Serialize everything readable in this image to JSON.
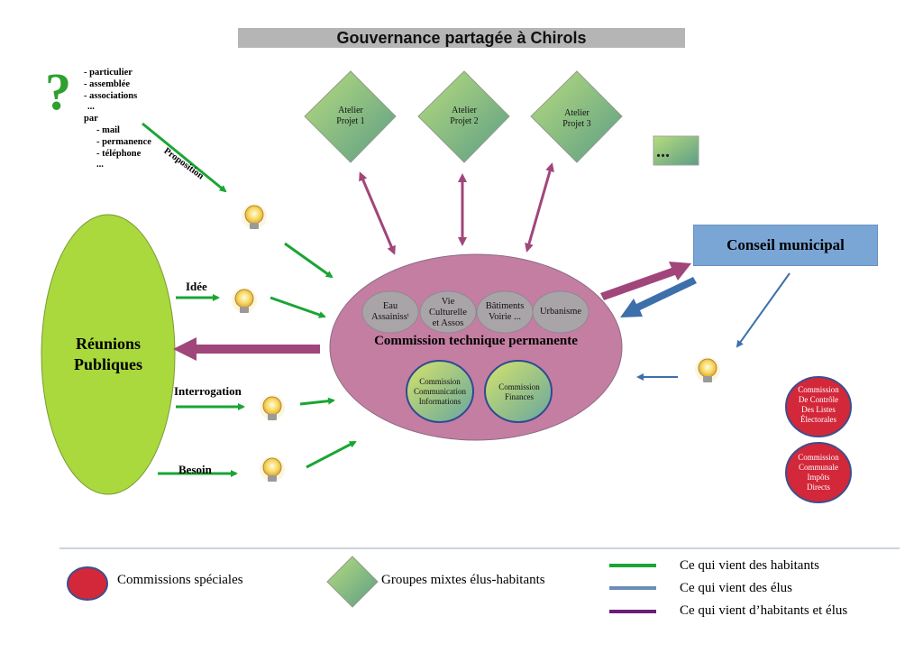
{
  "title": "Gouvernance partagée à Chirols",
  "source": {
    "question_mark": "?",
    "lines": [
      "- particulier",
      "- assemblée",
      "- associations",
      "...",
      "par",
      "- mail",
      "- permanence",
      "- téléphone",
      "..."
    ]
  },
  "inputs": {
    "proposition": "Proposition",
    "idee": "Idée",
    "interrogation": "Interrogation",
    "besoin": "Besoin"
  },
  "reunions": "Réunions Publiques",
  "ateliers": [
    {
      "line1": "Atelier",
      "line2": "Projet 1"
    },
    {
      "line1": "Atelier",
      "line2": "Projet 2"
    },
    {
      "line1": "Atelier",
      "line2": "Projet 3"
    }
  ],
  "ateliers_more": "...",
  "conseil": "Conseil municipal",
  "ctp": {
    "title": "Commission technique permanente",
    "sub": [
      {
        "line1": "Eau",
        "line2": "Assainissᵗ"
      },
      {
        "line1": "Vie",
        "line2": "Culturelle",
        "line3": "et Assos"
      },
      {
        "line1": "Bâtiments",
        "line2": "Voirie ..."
      },
      {
        "line1": "Urbanisme"
      }
    ],
    "commissions": [
      {
        "line1": "Commission",
        "line2": "Communication",
        "line3": "Informations"
      },
      {
        "line1": "Commission",
        "line2": "Finances"
      }
    ]
  },
  "special_commissions": [
    {
      "line1": "Commission",
      "line2": "De Contrôle",
      "line3": "Des Listes",
      "line4": "Électorales"
    },
    {
      "line1": "Commission",
      "line2": "Communale",
      "line3": "Impôts",
      "line4": "Directs"
    }
  ],
  "legend": {
    "special": "Commissions spéciales",
    "mixtes": "Groupes mixtes élus-habitants",
    "habitants": "Ce qui vient des habitants",
    "elus": "Ce qui vient des élus",
    "both": "Ce qui vient d’habitants et élus"
  },
  "colors": {
    "habitants": "#1aa535",
    "elus": "#3d6fab",
    "both": "#a0467a",
    "ctp_fill": "#c47ea2",
    "reunions_fill": "#a9d93d",
    "special_fill": "#d3273a",
    "conseil_fill": "#7aa6d6"
  }
}
